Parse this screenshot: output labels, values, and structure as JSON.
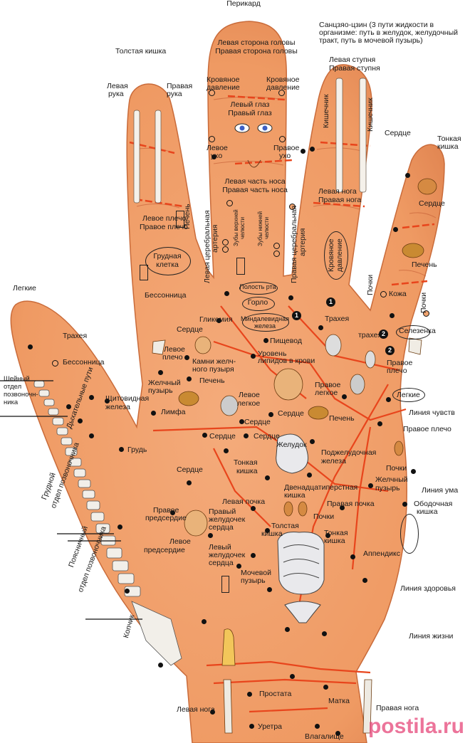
{
  "colors": {
    "skin": "#f3a26f",
    "skin_shadow": "#d9774a",
    "line_red": "#e8451c",
    "watermark": "#e64678"
  },
  "labels": {
    "perikard": "Перикард",
    "sanjiao": "Санцзяо-цзин (3 пути жидкости в",
    "sanjiao2": "организме: путь в желудок, желудочный",
    "sanjiao3": "тракт, путь в мочевой пузырь)",
    "left_head": "Левая сторона головы",
    "right_head": "Правая сторона головы",
    "colon_top": "Толстая кишка",
    "left_hand": "Левая",
    "left_hand2": "рука",
    "right_hand": "Правая",
    "right_hand2": "рука",
    "bp_left": "Кровяное",
    "bp_left2": "давление",
    "bp_right": "Кровяное",
    "bp_right2": "давление",
    "left_eye": "Левый глаз",
    "right_eye": "Правый глаз",
    "left_ear": "Левое",
    "left_ear2": "ухо",
    "right_ear": "Правое",
    "right_ear2": "ухо",
    "left_foot": "Левая ступня",
    "right_foot": "Правая ступня",
    "intestine_v1": "Кишечник",
    "intestine_v2": "Кишечник",
    "heart_top": "Сердце",
    "small_int_top": "Тонкая",
    "small_int_top2": "кишка",
    "nose_left": "Левая часть носа",
    "nose_right": "Правая часть носа",
    "left_leg_top": "Левая нога",
    "right_leg_top": "Правая нога",
    "heart_pinky": "Сердце",
    "left_shoulder": "Левое плечо",
    "right_shoulder": "Правое плечо",
    "liver_v": "Печень",
    "left_cer_artery": "Левая церебральная",
    "left_cer_artery2": "артерия",
    "upper_teeth": "Зубы верхней",
    "upper_teeth2": "челюсти",
    "lower_teeth": "Зубы нижней",
    "lower_teeth2": "челюсти",
    "right_cer_artery": "Правая церебральная",
    "right_cer_artery2": "артерия",
    "bp_v": "Кровяное",
    "bp_v2": "давление",
    "liver_pinky": "Печень",
    "chest": "Грудная",
    "chest2": "клетка",
    "insomnia_top": "Бессонница",
    "mouth": "Полость рта",
    "throat": "Горло",
    "kidneys_v": "Почки",
    "skin": "Кожа",
    "kidneys_v2": "Почки",
    "lungs": "Легкие",
    "trachea_left": "Трахея",
    "insomnia_left": "Бессонница",
    "glycemia": "Гликемия",
    "tonsil": "Миндалевидная",
    "tonsil2": "железа",
    "trachea_mid": "Трахея",
    "trachea_2": "трахея",
    "spleen": "Селезенка",
    "heart_mid": "Сердце",
    "esophagus": "Пищевод",
    "left_shoulder2": "Левое",
    "left_shoulder2b": "плечо",
    "gallstones": "Камни желч-",
    "gallstones2": "ного пузыря",
    "lipids": "Уровень",
    "lipids2": "липидов в крови",
    "right_shoulder2": "Правое",
    "right_shoulder2b": "плечо",
    "cervical": "Шейный",
    "cervical2": "отдел",
    "cervical3": "позвоночн-",
    "cervical4": "ника",
    "gallbladder": "Желчный",
    "gallbladder2": "пузырь",
    "liver_mid": "Печень",
    "lungs_right": "Легкие",
    "right_lung": "Правое",
    "right_lung2": "легкое",
    "airways": "Дыхательные пути",
    "thyroid": "Щитовидная",
    "thyroid2": "железа",
    "lymph": "Лимфа",
    "left_lung": "Левое",
    "left_lung2": "легкое",
    "heart_c1": "Сердце",
    "liver_c": "Печень",
    "line_senses": "Линия чувств",
    "heart_c2": "Сердце",
    "heart_c3": "Сердце",
    "heart_c4": "Сердце",
    "right_shoulder3": "Правое плечо",
    "chest_lbl": "Грудь",
    "stomach": "Желудок",
    "pancreas": "Поджелудочная",
    "pancreas2": "железа",
    "thoracic": "Грудной",
    "thoracic2": "отдел позвоночника",
    "heart_c5": "Сердце",
    "small_int_c": "Тонкая",
    "small_int_c2": "кишка",
    "kidneys_c": "Почки",
    "gallbladder_c": "Желчный",
    "gallbladder_c2": "пузырь",
    "line_mind": "Линия ума",
    "duodenum": "Двенадцатиперстная",
    "duodenum2": "кишка",
    "left_kidney": "Левая почка",
    "right_kidney": "Правая почка",
    "colon_bl": "Ободочная",
    "colon_bl2": "кишка",
    "right_atrium": "Правое",
    "right_atrium2": "предсердие",
    "right_ventricle": "Правый",
    "right_ventricle2": "желудочек",
    "right_ventricle3": "сердца",
    "kidneys_low": "Почки",
    "colon_low": "Толстая",
    "colon_low2": "кишка",
    "small_int_low": "Тонкая",
    "small_int_low2": "кишка",
    "left_atrium": "Левое",
    "left_atrium2": "предсердие",
    "left_ventricle": "Левый",
    "left_ventricle2": "желудочек",
    "left_ventricle3": "сердца",
    "appendix": "Аппендикс",
    "lumbar": "Поясничный",
    "lumbar2": "отдел позвоночника",
    "bladder": "Мочевой",
    "bladder2": "пузырь",
    "line_health": "Линия здоровья",
    "coccyx": "Копчик",
    "line_life": "Линия жизни",
    "prostate": "Простата",
    "uterus": "Матка",
    "left_leg": "Левая нога",
    "right_leg": "Правая нога",
    "urethra": "Уретра",
    "vagina": "Влагалище",
    "watermark": "postila.ru",
    "num1": "1",
    "num1b": "1",
    "num2": "2",
    "num2b": "2"
  }
}
